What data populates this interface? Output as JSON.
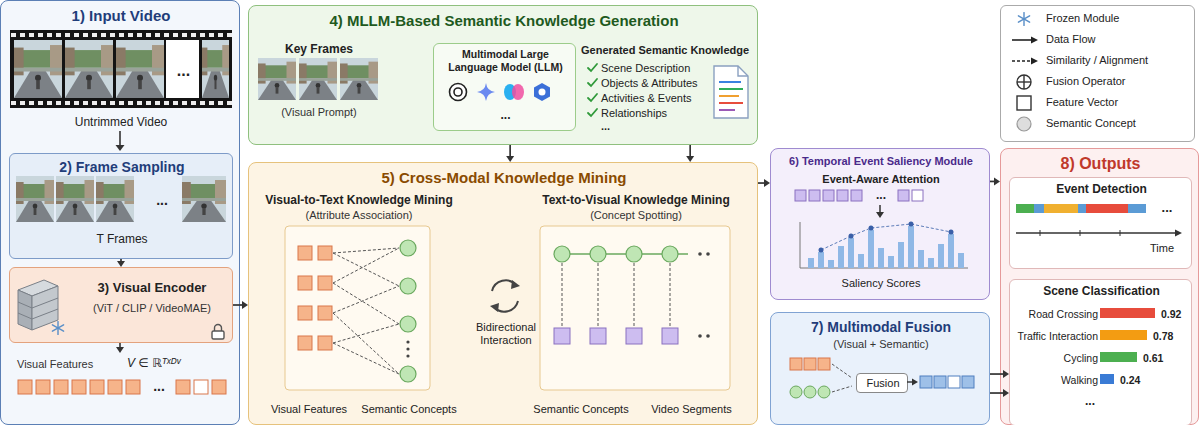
{
  "diagram": {
    "nodes": [
      {
        "text": [
          "1) Input Video",
          "...",
          "Untrimmed Video",
          "Visual Features",
          "V ∈ ℝᵀˣᴰᵛ",
          "..."
        ]
      },
      {
        "text": [
          "2) Frame Sampling",
          "...",
          "T Frames"
        ],
        "in": 0
      },
      {
        "text": [
          "3) Visual Encoder",
          "(ViT / CLIP / VideoMAE)"
        ],
        "in": 0
      },
      {
        "text": [
          "4) MLLM-Based Semantic Knowledge Generation",
          "Key Frames",
          "(Visual Prompt)",
          "Generated Semantic Knowledge",
          "Scene Description",
          "Objects & Attributes",
          "Activities & Events",
          "Relationships",
          "..."
        ]
      },
      {
        "text": [
          "Multimodal Large Language Model (LLM)",
          "..."
        ],
        "in": 3
      },
      {
        "text": [
          "5) Cross-Modal Knowledge Mining",
          "Visual-to-Text Knowledge Mining",
          "(Attribute Association)",
          "Text-to-Visual Knowledge Mining",
          "(Concept Spotting)",
          "Bidirectional Interaction",
          "Visual Features",
          "Semantic Concepts",
          "Semantic Concepts",
          "Video Segments"
        ]
      },
      {
        "text": [
          "6) Temporal Event Saliency Module",
          "Event-Aware Attention",
          "...",
          "Saliency Scores"
        ]
      },
      {
        "text": [
          "7) Multimodal Fusion",
          "(Visual + Semantic)"
        ]
      },
      {
        "text": [
          "Fusion"
        ],
        "in": 7
      },
      {
        "text": [
          "8) Outputs"
        ]
      },
      {
        "text": [
          "Event Detection",
          "...",
          "Time"
        ],
        "in": 9
      },
      {
        "text": [
          "Scene Classification",
          "Road Crossing",
          "0.92",
          "Traffic Interaction",
          "0.78",
          "Cycling",
          "0.61",
          "Walking",
          "0.24",
          "..."
        ],
        "in": 9
      }
    ],
    "edges": [
      {
        "from": 1,
        "to": 2,
        "arrow": "to"
      },
      {
        "from": 2,
        "to": 5,
        "arrow": "to"
      },
      {
        "from": 3,
        "to": 5,
        "arrow": "to"
      },
      {
        "from": 3,
        "to": 5,
        "arrow": "to"
      },
      {
        "from": 5,
        "to": 6,
        "arrow": "to"
      },
      {
        "from": 6,
        "to": 9,
        "arrow": "to"
      },
      {
        "from": 7,
        "to": 11,
        "arrow": "to"
      },
      {
        "from": 7,
        "to": 11,
        "arrow": "to"
      }
    ],
    "legend": [
      {
        "text": "Frozen Module"
      },
      {
        "text": "Data Flow"
      },
      {
        "text": "Similarity / Alignment"
      },
      {
        "text": "Fusion Operator"
      },
      {
        "text": "Feature Vector"
      },
      {
        "text": "Semantic Concept"
      }
    ]
  }
}
